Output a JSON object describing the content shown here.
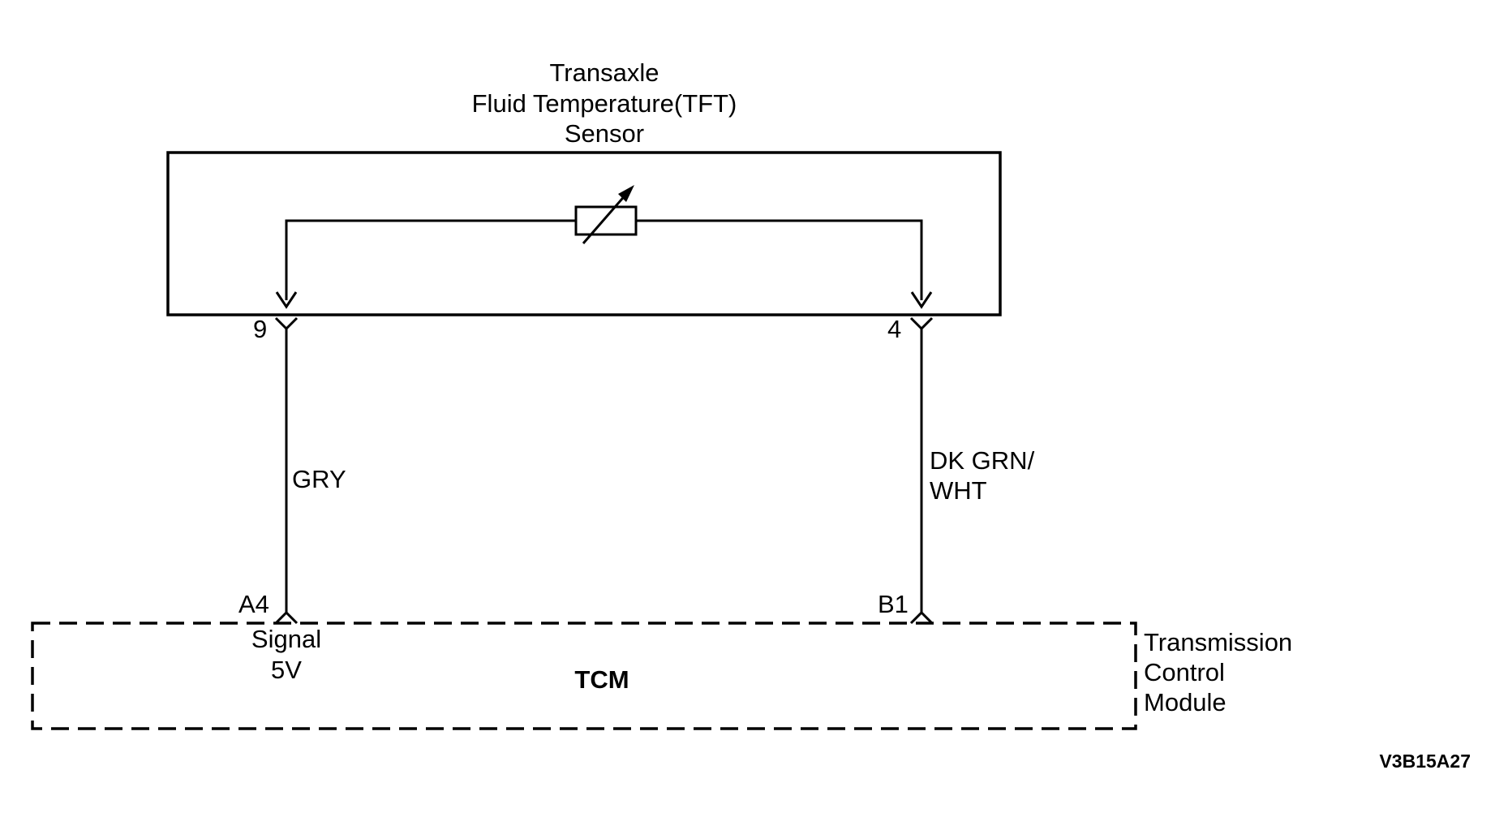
{
  "sensor": {
    "title_line1": "Transaxle",
    "title_line2": "Fluid Temperature(TFT)",
    "title_line3": "Sensor"
  },
  "terminals": {
    "left_pin": "9",
    "right_pin": "4",
    "tcm_left_pin": "A4",
    "tcm_right_pin": "B1"
  },
  "wires": {
    "left_color": "GRY",
    "right_color_line1": "DK GRN/",
    "right_color_line2": "WHT"
  },
  "tcm": {
    "signal_line1": "Signal",
    "signal_line2": "5V",
    "label": "TCM",
    "name_line1": "Transmission",
    "name_line2": "Control",
    "name_line3": "Module"
  },
  "figure_code": "V3B15A27"
}
